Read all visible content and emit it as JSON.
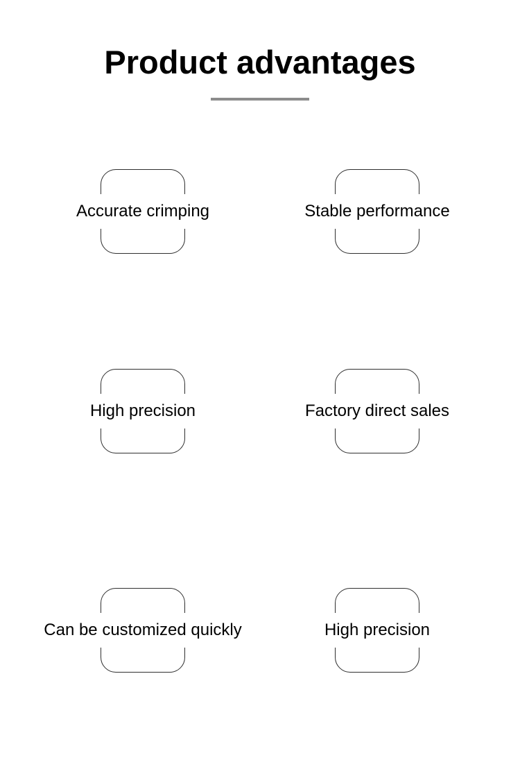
{
  "header": {
    "title": "Product advantages",
    "divider_color": "#8c8c8c",
    "title_color": "#000000"
  },
  "advantages": [
    {
      "label": "Accurate crimping"
    },
    {
      "label": "Stable performance"
    },
    {
      "label": "High precision"
    },
    {
      "label": "Factory direct sales"
    },
    {
      "label": "Can be customized quickly"
    },
    {
      "label": "High precision"
    }
  ]
}
